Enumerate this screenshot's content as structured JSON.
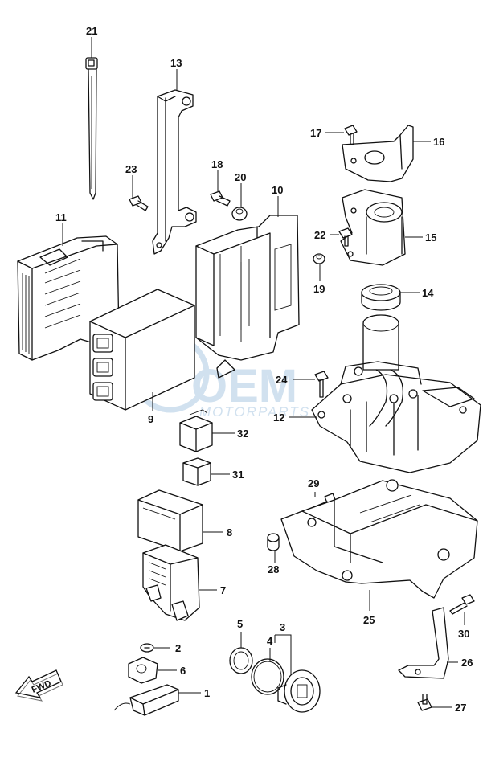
{
  "watermark": {
    "brand": "OEM",
    "sub": "MOTORPARTS"
  },
  "direction_badge": "FWD",
  "callouts": [
    {
      "id": "c1",
      "label": "1"
    },
    {
      "id": "c2",
      "label": "2"
    },
    {
      "id": "c3",
      "label": "3"
    },
    {
      "id": "c4",
      "label": "4"
    },
    {
      "id": "c5",
      "label": "5"
    },
    {
      "id": "c6",
      "label": "6"
    },
    {
      "id": "c7",
      "label": "7"
    },
    {
      "id": "c8",
      "label": "8"
    },
    {
      "id": "c9",
      "label": "9"
    },
    {
      "id": "c10",
      "label": "10"
    },
    {
      "id": "c11",
      "label": "11"
    },
    {
      "id": "c12",
      "label": "12"
    },
    {
      "id": "c13",
      "label": "13"
    },
    {
      "id": "c14",
      "label": "14"
    },
    {
      "id": "c15",
      "label": "15"
    },
    {
      "id": "c16",
      "label": "16"
    },
    {
      "id": "c17",
      "label": "17"
    },
    {
      "id": "c18",
      "label": "18"
    },
    {
      "id": "c19",
      "label": "19"
    },
    {
      "id": "c20",
      "label": "20"
    },
    {
      "id": "c21",
      "label": "21"
    },
    {
      "id": "c22",
      "label": "22"
    },
    {
      "id": "c23",
      "label": "23"
    },
    {
      "id": "c24",
      "label": "24"
    },
    {
      "id": "c25",
      "label": "25"
    },
    {
      "id": "c26",
      "label": "26"
    },
    {
      "id": "c27",
      "label": "27"
    },
    {
      "id": "c28",
      "label": "28"
    },
    {
      "id": "c29",
      "label": "29"
    },
    {
      "id": "c30",
      "label": "30"
    },
    {
      "id": "c31",
      "label": "31"
    },
    {
      "id": "c32",
      "label": "32"
    }
  ]
}
